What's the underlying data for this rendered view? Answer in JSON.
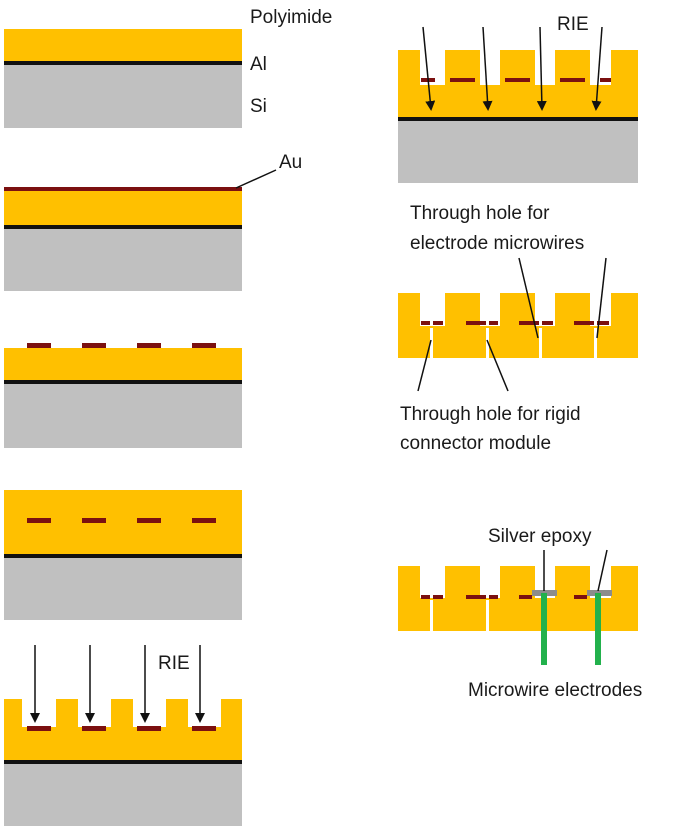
{
  "colors": {
    "polyimide": "#FFC000",
    "aluminum": "#111111",
    "silicon": "#C0C0C0",
    "gold": "#7B1010",
    "silver_epoxy": "#8C8C8C",
    "microwire": "#22B14C",
    "arrow": "#111111"
  },
  "labels": {
    "polyimide": "Polyimide",
    "al": "Al",
    "si": "Si",
    "au": "Au",
    "rie_left": "RIE",
    "rie_right": "RIE",
    "through_hole_electrode_line1": "Through hole for",
    "through_hole_electrode_line2": "electrode microwires",
    "through_hole_connector_line1": "Through hole for rigid",
    "through_hole_connector_line2": "connector module",
    "silver_epoxy": "Silver epoxy",
    "microwire_electrodes": "Microwire electrodes"
  }
}
